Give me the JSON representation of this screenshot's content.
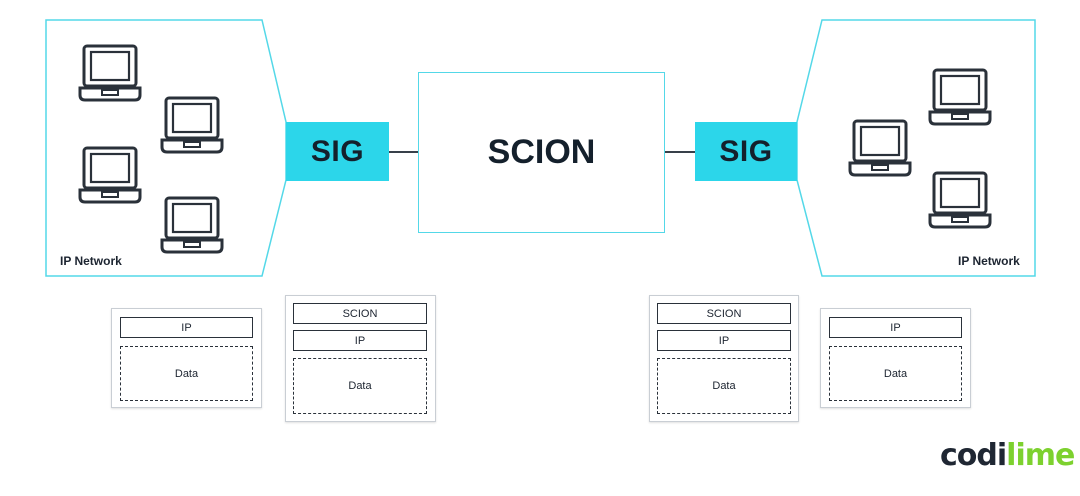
{
  "diagram": {
    "left_network_label": "IP Network",
    "right_network_label": "IP Network",
    "left_gateway_label": "SIG",
    "right_gateway_label": "SIG",
    "center_label": "SCION"
  },
  "packets": {
    "p1": {
      "header1": "IP",
      "payload": "Data"
    },
    "p2": {
      "header1": "SCION",
      "header2": "IP",
      "payload": "Data"
    },
    "p3": {
      "header1": "SCION",
      "header2": "IP",
      "payload": "Data"
    },
    "p4": {
      "header1": "IP",
      "payload": "Data"
    }
  },
  "logo": {
    "part1": "codi",
    "part2": "lime"
  },
  "colors": {
    "accent": "#2cd6ea",
    "outline": "#54d8e8",
    "brand_green": "#7dd12f",
    "dark": "#1c2430"
  },
  "icons": {
    "host": "laptop-icon"
  }
}
